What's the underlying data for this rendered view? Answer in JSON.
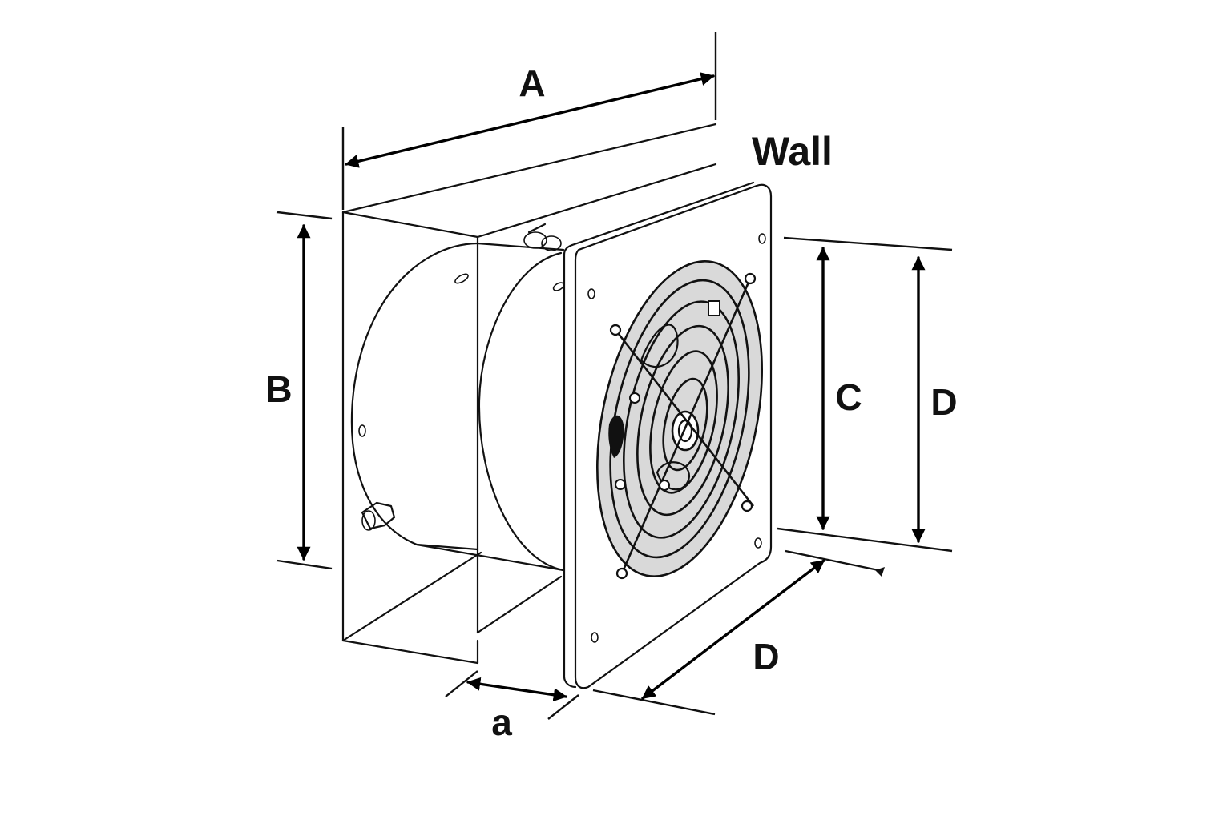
{
  "labels": {
    "A": "A",
    "B": "B",
    "C": "C",
    "D_right": "D",
    "D_depth": "D",
    "a": "a",
    "wall": "Wall"
  },
  "colors": {
    "line": "#111111",
    "guard_fill": "#d9d9d9",
    "background": "#ffffff"
  },
  "icons": {
    "fan": "axial-wall-fan"
  }
}
